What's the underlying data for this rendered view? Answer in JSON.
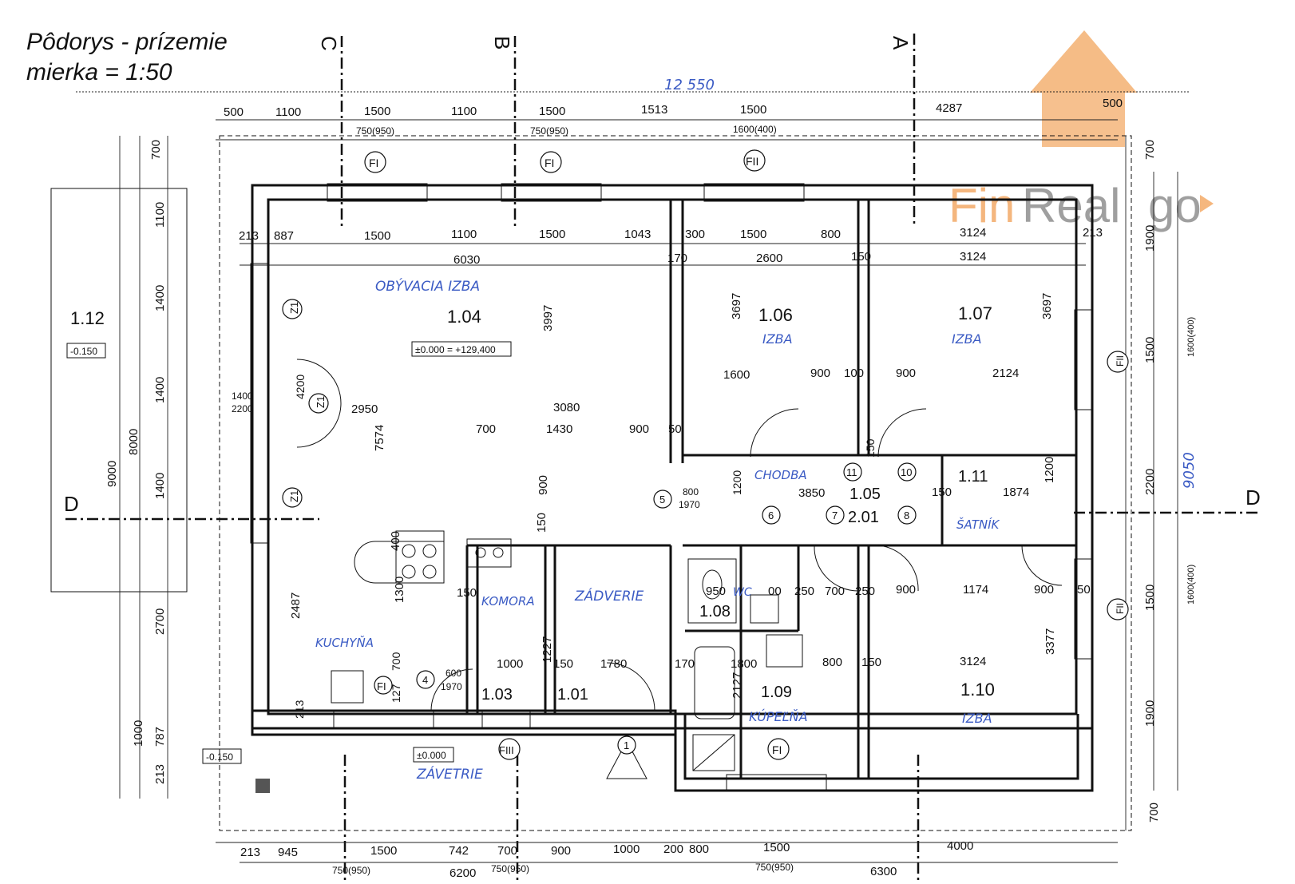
{
  "title": {
    "line1": "Pôdorys  - prízemie",
    "line2": "mierka  =  1:50"
  },
  "logo": {
    "text_fin": "Fin",
    "text_real": "Real",
    "text_go": "go",
    "roof_label": "500"
  },
  "colors": {
    "logo_orange": "#f2a55e",
    "logo_gray": "#888888",
    "handwriting": "#3b5bc4"
  },
  "axes": {
    "a": "A",
    "b": "B",
    "c": "C",
    "d_left": "D",
    "d_right": "D"
  },
  "rooms": [
    {
      "id": "1.04",
      "name": "OBÝVACIA  IZBA"
    },
    {
      "id": "1.06",
      "name": "IZBA"
    },
    {
      "id": "1.07",
      "name": "IZBA"
    },
    {
      "id": "1.05",
      "name": "CHODBA"
    },
    {
      "id": "2.01",
      "name": ""
    },
    {
      "id": "1.11",
      "name": "ŠATNÍK"
    },
    {
      "id": "1.08",
      "name": "WC"
    },
    {
      "id": "1.09",
      "name": "KÚPEĽŇA"
    },
    {
      "id": "1.10",
      "name": "IZBA"
    },
    {
      "id": "1.03",
      "name": "KOMORA"
    },
    {
      "id": "1.01",
      "name": "ZÁDVERIE"
    },
    {
      "id": "1.12",
      "name": ""
    }
  ],
  "extra_labels": {
    "kuchyna": "KUCHYŇA",
    "zavetrie": "ZÁVETRIE",
    "total_width": "12 550",
    "total_height": "9050"
  },
  "levels": {
    "main": "±0.000  =  +129,400",
    "left": "-0.150",
    "bottom_left": "-0.150",
    "entrance": "±0.000"
  },
  "window_tags": [
    "FI",
    "FI",
    "FII",
    "FII",
    "FII",
    "FIII",
    "FI",
    "FI",
    "Z1",
    "Z1",
    "Z1"
  ],
  "door_numbers": [
    "1",
    "4",
    "5",
    "6",
    "7",
    "8",
    "10",
    "11"
  ],
  "dimensions": {
    "top_outer": [
      "500",
      "1100",
      "1500",
      "1100",
      "1500",
      "1513",
      "1500",
      "4287"
    ],
    "top_sub": [
      "750(950)",
      "750(950)",
      "1600(400)"
    ],
    "top_inner": [
      "213",
      "887",
      "1500",
      "1100",
      "1500",
      "1043",
      "300",
      "1500",
      "800",
      "3124",
      "213"
    ],
    "top_inner2": [
      "6030",
      "170",
      "2600",
      "150",
      "3124"
    ],
    "bottom_outer": [
      "213",
      "945",
      "1500",
      "742",
      "700",
      "900",
      "1000",
      "200",
      "800",
      "1500",
      "4000"
    ],
    "bottom_sub": [
      "750(950)",
      "750(950)",
      "750(950)"
    ],
    "bottom_total": [
      "6200",
      "6300"
    ],
    "left_outer": [
      "700",
      "1100",
      "1400",
      "1400",
      "1400",
      "2700",
      "1000",
      "787",
      "213"
    ],
    "left_total": [
      "9000",
      "8000"
    ],
    "right_outer": [
      "700",
      "1900",
      "1500",
      "2200",
      "1500",
      "1900",
      "700"
    ],
    "right_sub": [
      "1600(400)",
      "1600(400)"
    ],
    "interior": [
      "3997",
      "2950",
      "3080",
      "700",
      "1430",
      "900",
      "50",
      "7574",
      "900",
      "150",
      "400",
      "1300",
      "2487",
      "150",
      "1000",
      "1227",
      "150",
      "1780",
      "170",
      "1800",
      "800",
      "150",
      "3124",
      "3377",
      "2127",
      "3697",
      "1600",
      "900",
      "100",
      "900",
      "2124",
      "3697",
      "3850",
      "150",
      "1874",
      "1200",
      "950",
      "00",
      "250",
      "700",
      "250",
      "900",
      "1174",
      "900",
      "50",
      "600",
      "1970",
      "800",
      "1970",
      "1200",
      "1400",
      "2200",
      "4200",
      "213",
      "127",
      "700",
      "150"
    ]
  }
}
